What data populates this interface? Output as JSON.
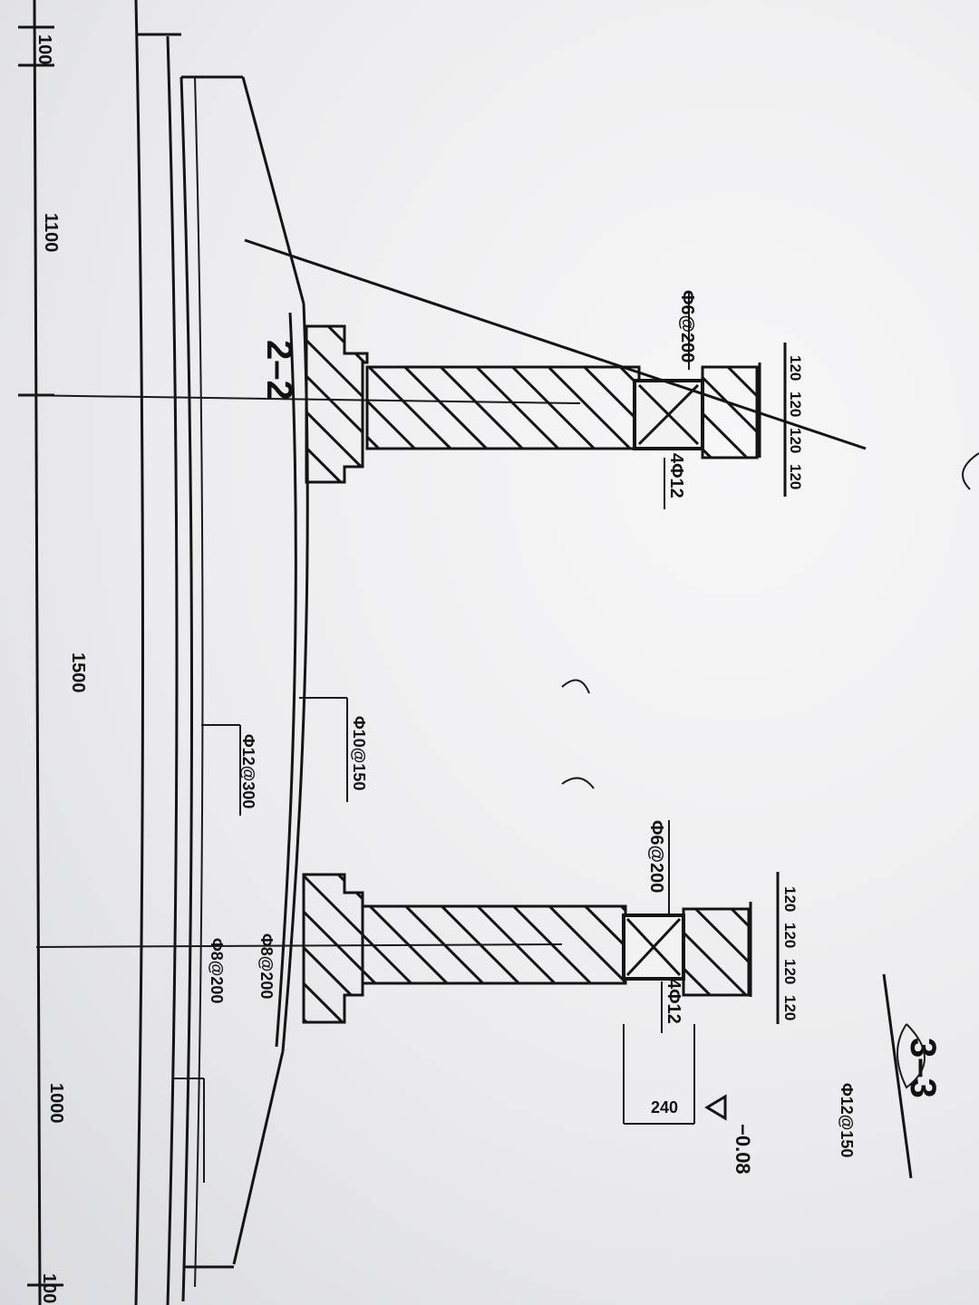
{
  "sections": {
    "s22": {
      "title": "2–2"
    },
    "s33": {
      "title": "3–3"
    }
  },
  "dims": {
    "left_100": "100",
    "left_1100": "1100",
    "mid_1500": "1500",
    "right_1000": "1000",
    "right_100": "100",
    "w240": "240",
    "elev": "−0.08"
  },
  "col1": {
    "stirrup": "Φ6@200",
    "mainbar": "4Φ12",
    "d1": "120",
    "d2": "120",
    "d3": "120",
    "d4": "120"
  },
  "col2": {
    "stirrup": "Φ6@200",
    "mainbar": "4Φ12",
    "d1": "120",
    "d2": "120",
    "d3": "120",
    "d4": "120"
  },
  "rebar": {
    "r1": "Φ10@150",
    "r2": "Φ12@300",
    "r3": "Φ8@200",
    "r4": "Φ8@200",
    "r5": "Φ12@150"
  },
  "colors": {
    "ink": "#141414",
    "paper": "#ececee"
  }
}
